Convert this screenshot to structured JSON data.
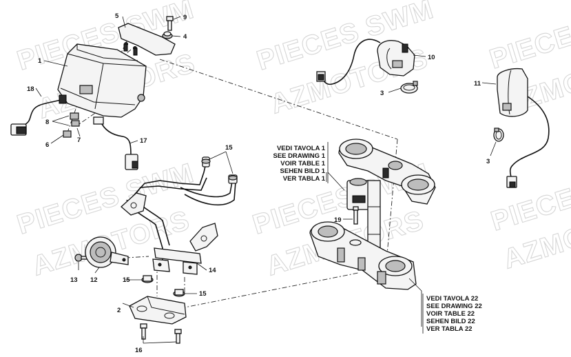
{
  "watermarks": [
    {
      "text": "PIECES SWM"
    },
    {
      "text": "AZMOTORS"
    },
    {
      "text": "PIECES SWM"
    },
    {
      "text": "AZMOTORS"
    },
    {
      "text": "PIECES SWM"
    },
    {
      "text": "AZMOTORS"
    },
    {
      "text": "PIECES SWM"
    },
    {
      "text": "AZMOTORS"
    },
    {
      "text": "PIECES SWM"
    },
    {
      "text": "AZMOTORS"
    },
    {
      "text": "PIECES SWM"
    },
    {
      "text": "AZMOTORS"
    }
  ],
  "callouts": [
    {
      "text": "1"
    },
    {
      "text": "2"
    },
    {
      "text": "3"
    },
    {
      "text": "3"
    },
    {
      "text": "4"
    },
    {
      "text": "5"
    },
    {
      "text": "6"
    },
    {
      "text": "7"
    },
    {
      "text": "8"
    },
    {
      "text": "9"
    },
    {
      "text": "10"
    },
    {
      "text": "11"
    },
    {
      "text": "12"
    },
    {
      "text": "13"
    },
    {
      "text": "14"
    },
    {
      "text": "15"
    },
    {
      "text": "15"
    },
    {
      "text": "15"
    },
    {
      "text": "16"
    },
    {
      "text": "17"
    },
    {
      "text": "18"
    },
    {
      "text": "19"
    }
  ],
  "ref_table_1": [
    "VEDI TAVOLA 1",
    "SEE DRAWING 1",
    "VOIR TABLE 1",
    "SEHEN BILD 1",
    "VER TABLA 1"
  ],
  "ref_table_22": [
    "VEDI TAVOLA 22",
    "SEE DRAWING 22",
    "VOIR TABLE 22",
    "SEHEN BILD 22",
    "VER TABLA 22"
  ]
}
